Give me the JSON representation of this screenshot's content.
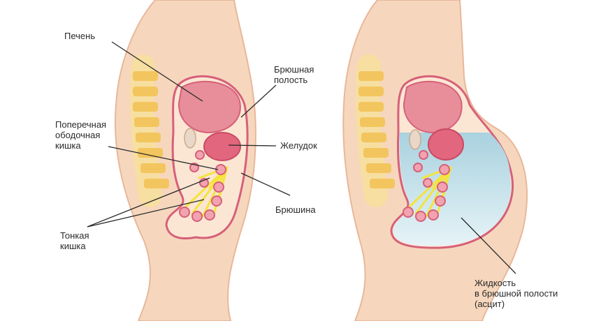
{
  "labels": {
    "liver": [
      "Печень"
    ],
    "abdominal_cavity": [
      "Брюшная",
      "полость"
    ],
    "transverse_colon": [
      "Поперечная",
      "ободочная",
      "кишка"
    ],
    "stomach": [
      "Желудок"
    ],
    "peritoneum": [
      "Брюшина"
    ],
    "small_intestine": [
      "Тонкая",
      "кишка"
    ],
    "ascites": [
      "Жидкость",
      "в брюшной полости",
      "(асцит)"
    ]
  },
  "colors": {
    "skin": "#f6d7bd",
    "skin_outline": "#e9b79a",
    "cavity_outline": "#d6607a",
    "liver": "#e78e9a",
    "stomach": "#e3667f",
    "mesentery": "#f5e43a",
    "spine": "#f3c55e",
    "fluid": "#bfe0ea",
    "leader_line": "#2a2a2a"
  }
}
